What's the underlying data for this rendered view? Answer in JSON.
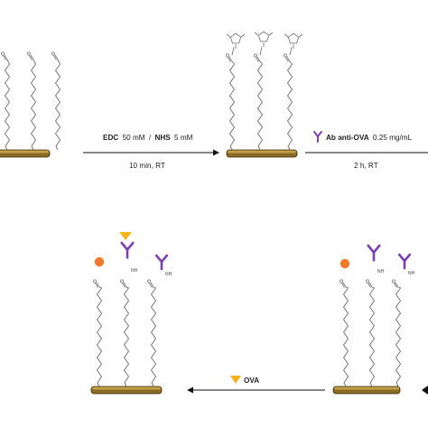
{
  "colors": {
    "substrate_top": "#c2a04a",
    "substrate_side": "#8a6a24",
    "antibody": "#7a3fb0",
    "ova": "#f5b21a",
    "blocker": "#f07a2a",
    "chain": "#6b6b6b"
  },
  "steps": {
    "step1": {
      "reagent1": "EDC",
      "conc1": "50 mM",
      "separator": "/",
      "reagent2": "NHS",
      "conc2": "5 mM",
      "conditions": "10 min, RT"
    },
    "step2": {
      "reagent": "Ab anti-OVA",
      "conc": "0.25 mg/mL",
      "conditions": "2 h, RT"
    },
    "step3": {
      "reagent": "OVA"
    }
  },
  "labels": {
    "nh": "NH"
  },
  "icons": {
    "antibody_icon": "antibody-Y",
    "ova_icon": "inverted-triangle",
    "blocker_icon": "orange-circle"
  }
}
